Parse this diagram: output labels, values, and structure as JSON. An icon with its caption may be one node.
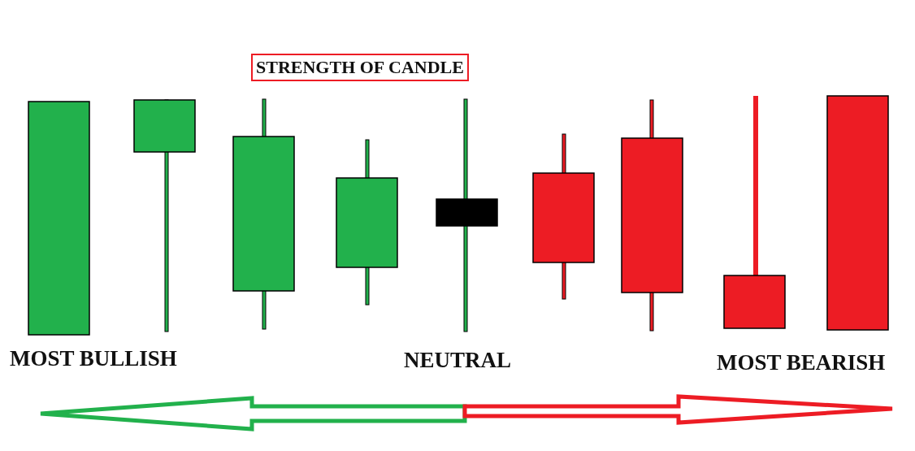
{
  "diagram": {
    "nodes": [
      {
        "text": [
          "STRENGTH OF CANDLE"
        ]
      }
    ],
    "labels": [
      "MOST BULLISH",
      "NEUTRAL",
      "MOST BEARISH"
    ]
  }
}
